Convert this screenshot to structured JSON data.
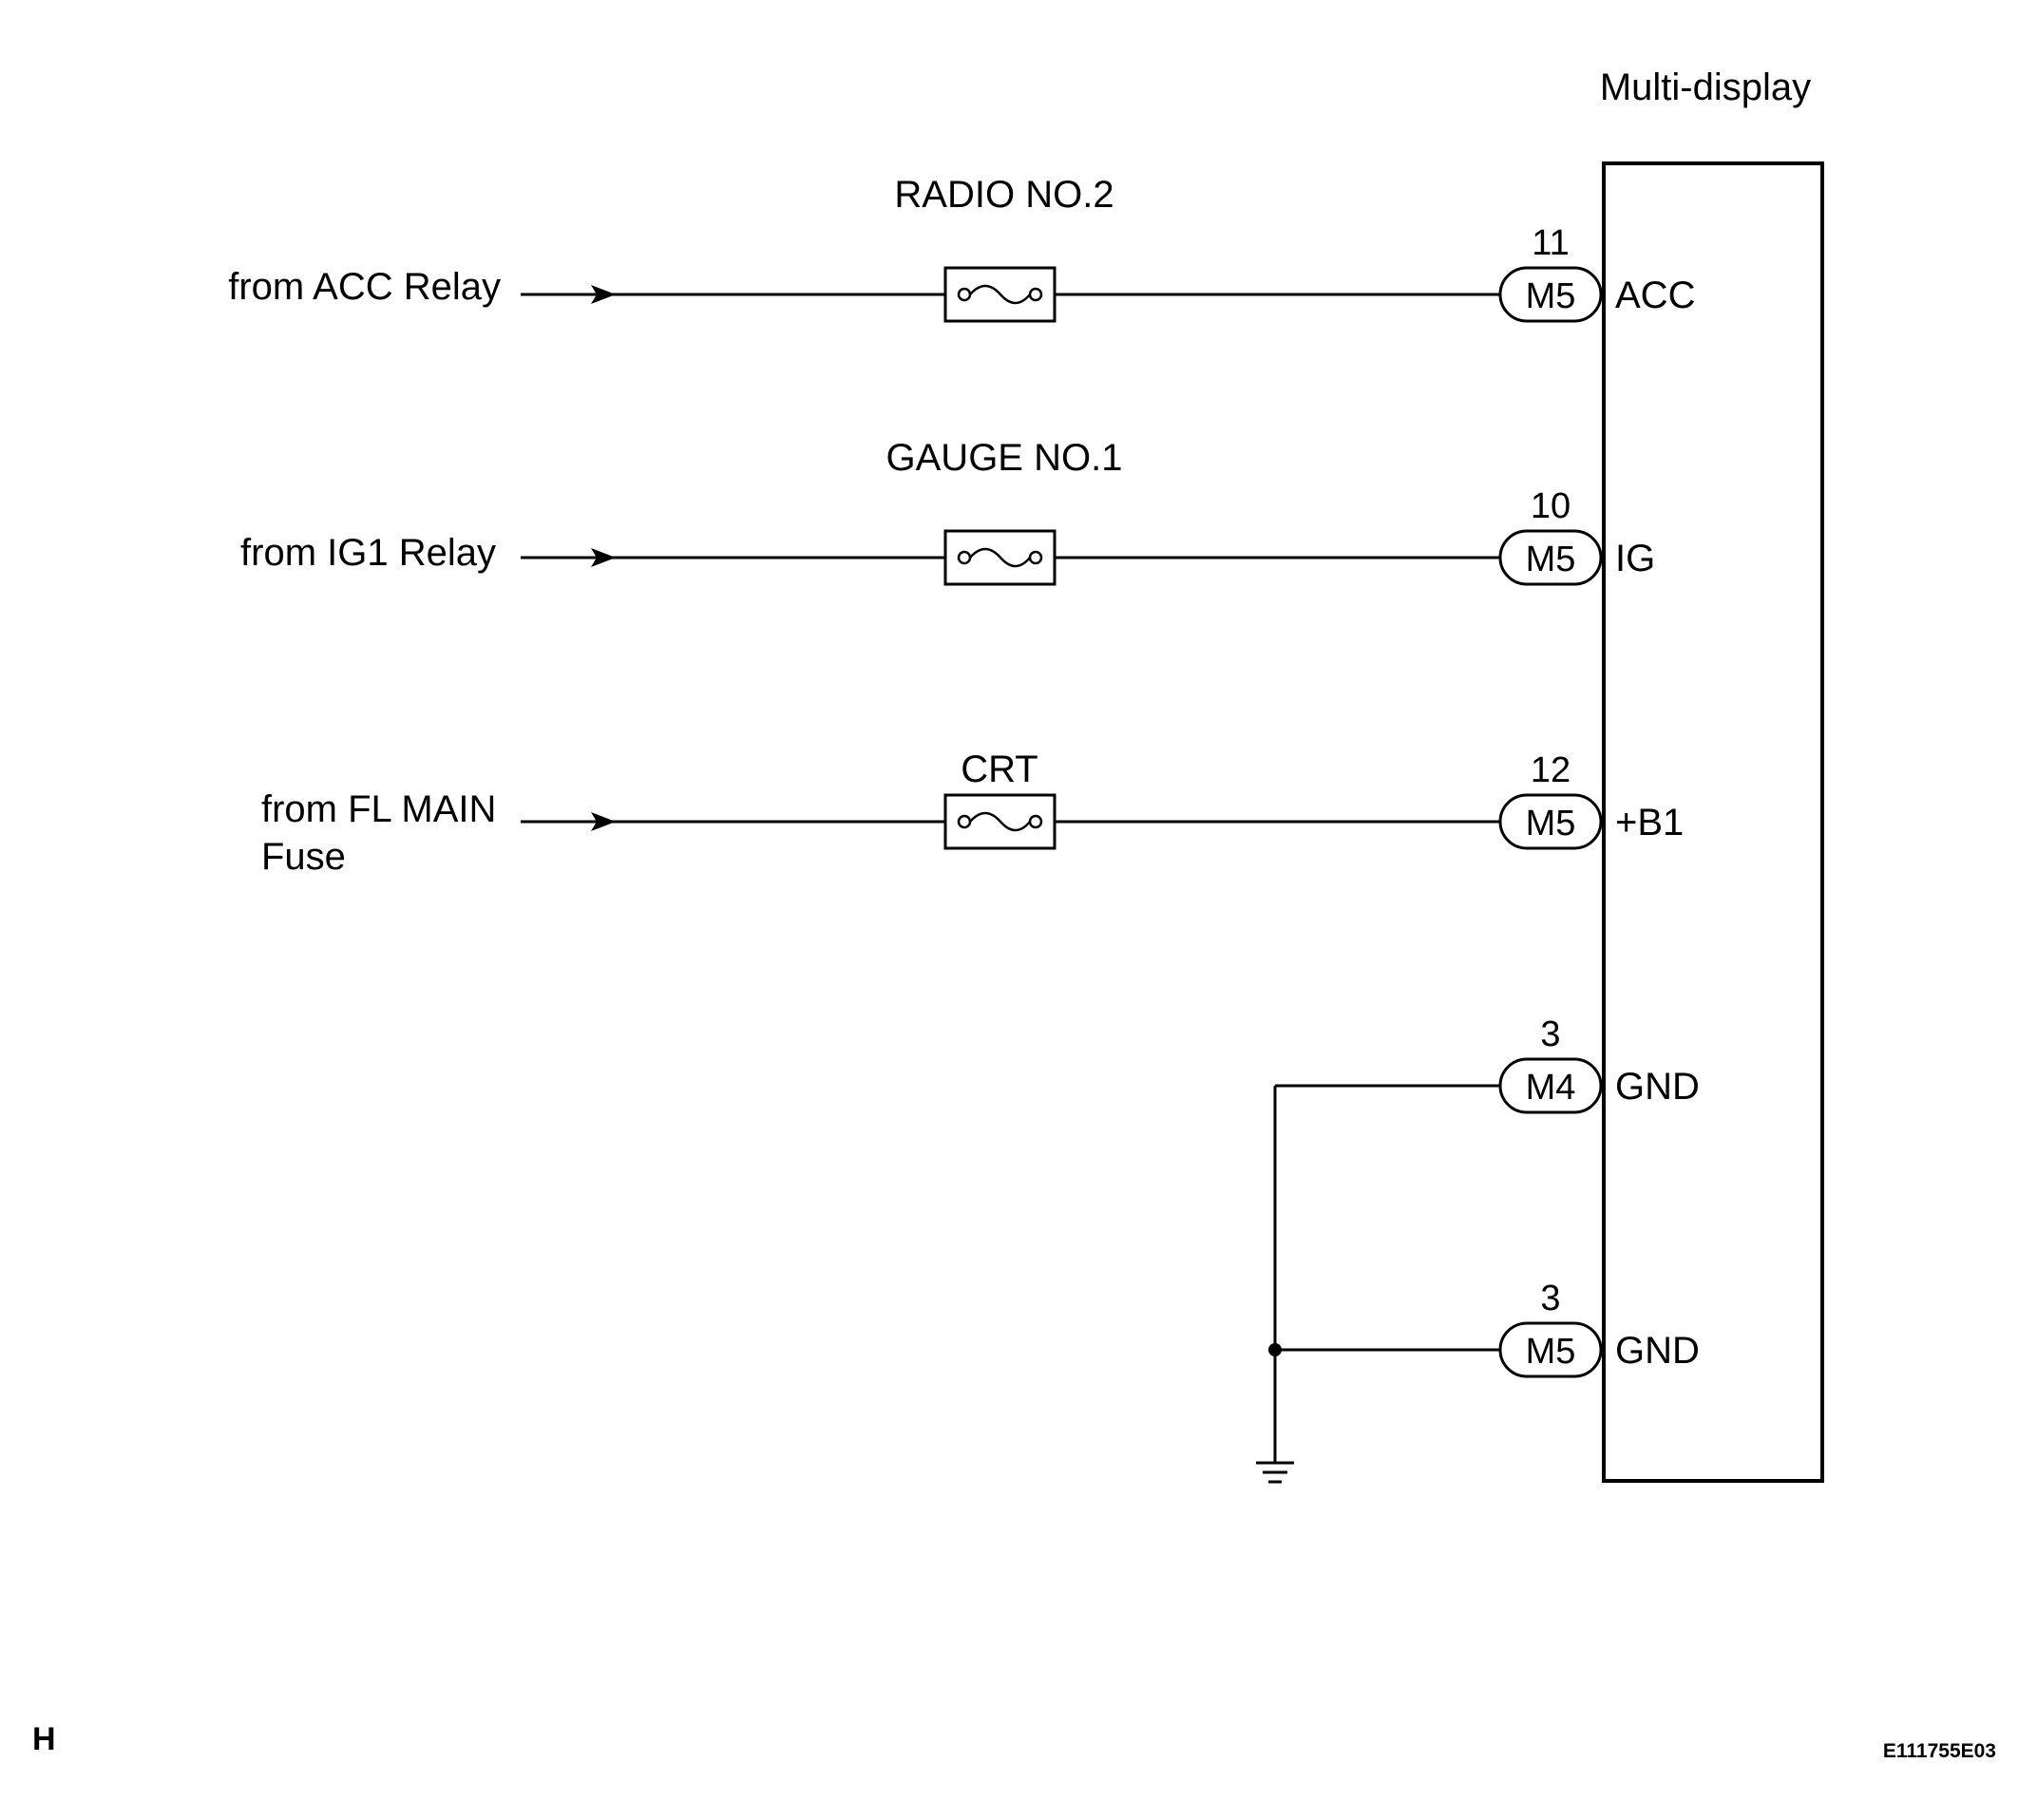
{
  "component": {
    "title": "Multi-display"
  },
  "circuits": [
    {
      "source": [
        "from ACC Relay"
      ],
      "fuse": "RADIO NO.2",
      "pin": "11",
      "connector": "M5",
      "terminal": "ACC"
    },
    {
      "source": [
        "from IG1 Relay"
      ],
      "fuse": "GAUGE NO.1",
      "pin": "10",
      "connector": "M5",
      "terminal": "IG"
    },
    {
      "source": [
        "from FL MAIN",
        "Fuse"
      ],
      "fuse": "CRT",
      "pin": "12",
      "connector": "M5",
      "terminal": "+B1"
    }
  ],
  "grounds": [
    {
      "pin": "3",
      "connector": "M4",
      "terminal": "GND"
    },
    {
      "pin": "3",
      "connector": "M5",
      "terminal": "GND"
    }
  ],
  "footer": {
    "corner_mark": "H",
    "figure_id": "E111755E03"
  },
  "icons": [
    "arrow-icon",
    "fuse-icon",
    "ground-icon",
    "junction-dot-icon"
  ]
}
